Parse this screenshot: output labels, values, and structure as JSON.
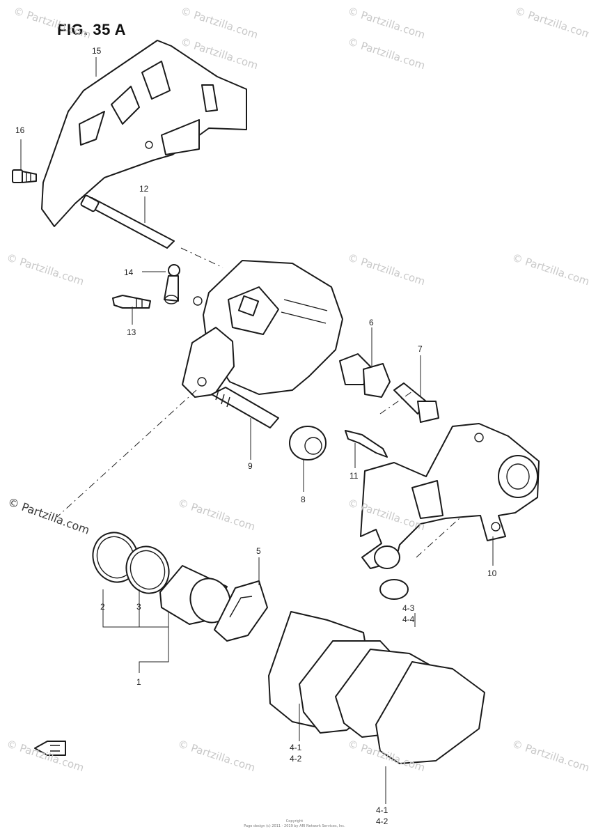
{
  "title": "FIG. 35 A",
  "callouts": {
    "c15": "15",
    "c16": "16",
    "c12": "12",
    "c14": "14",
    "c13": "13",
    "c6": "6",
    "c7": "7",
    "c9": "9",
    "c8": "8",
    "c11": "11",
    "c10": "10",
    "c5": "5",
    "c2": "2",
    "c3": "3",
    "c1": "1",
    "c4_3": "4-3",
    "c4_4": "4-4",
    "c4_1a": "4-1",
    "c4_2a": "4-2",
    "c4_1b": "4-1",
    "c4_2b": "4-2"
  },
  "watermark_text": "© Partzilla.com",
  "side_watermark_text": "© Partzilla.com",
  "footer": {
    "line1": "Copyright",
    "line2": "Page design (c) 2011 - 2019 by ARI Network Services, Inc."
  },
  "colors": {
    "ink": "#1a1a1a",
    "watermark": "#c9c9c9",
    "background": "#ffffff"
  },
  "icons": {
    "front_marker": "fwd-arrow-icon"
  }
}
